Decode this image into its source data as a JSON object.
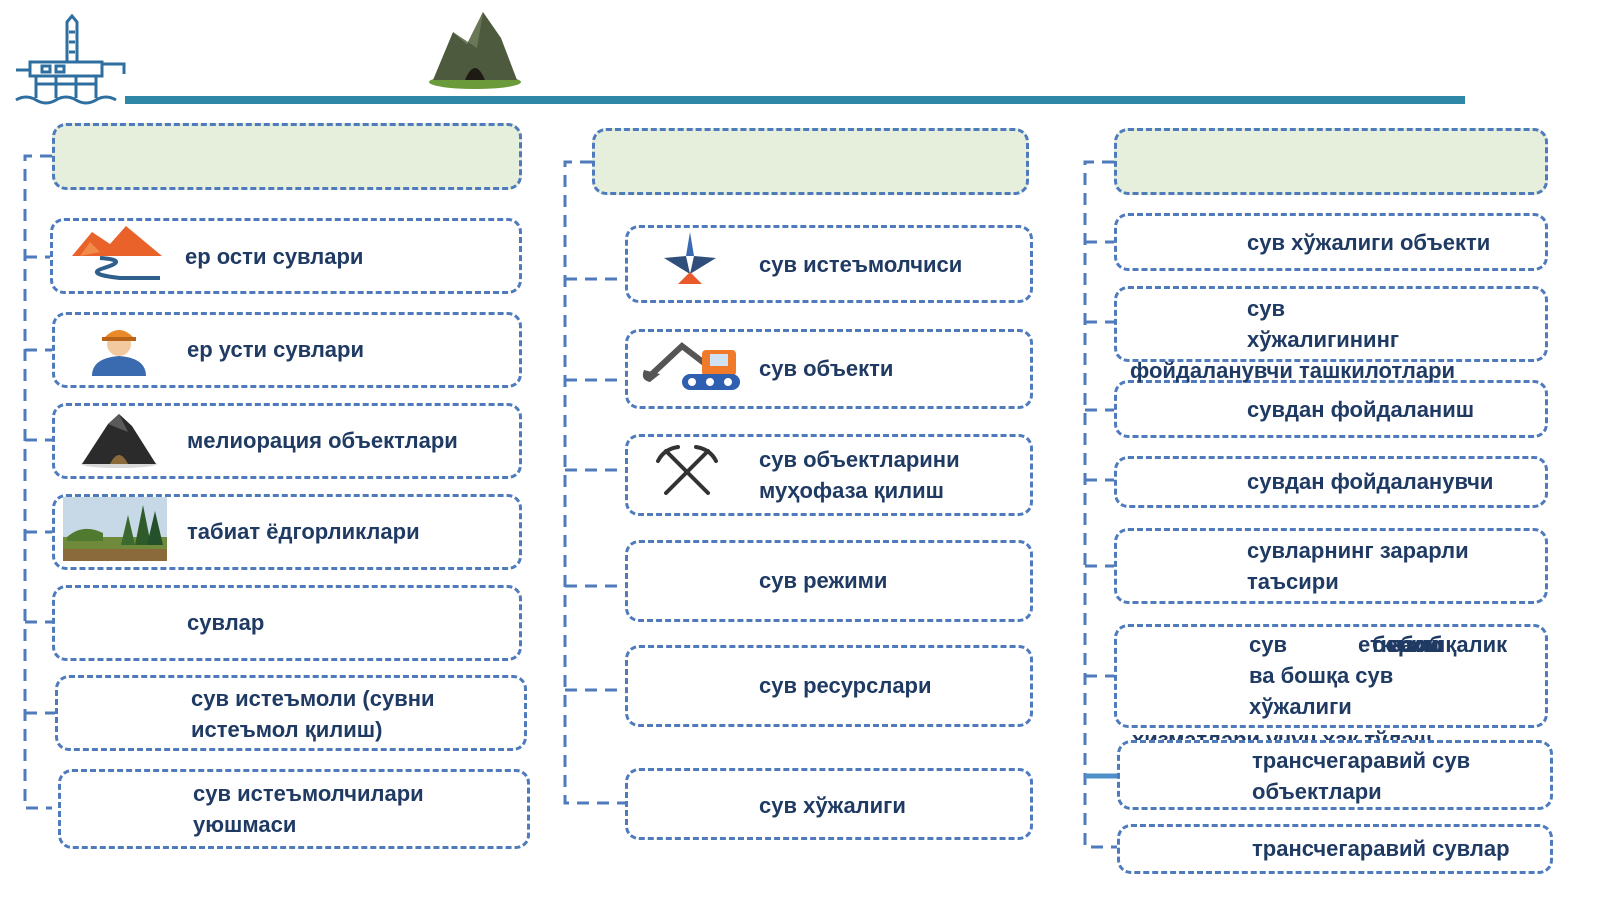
{
  "columns": {
    "left": [
      {
        "label": "ер ости сувлари",
        "icon": "mountain-river-icon"
      },
      {
        "label": "ер усти сувлари",
        "icon": "miner-icon"
      },
      {
        "label": "мелиорация объектлари",
        "icon": "mine-entrance-icon"
      },
      {
        "label": "табиат ёдгорликлари",
        "icon": "forest-photo-icon"
      },
      {
        "label": "сувлар",
        "icon": ""
      },
      {
        "label": "сув истеъмоли (сувни\n истеъмол қилиш)",
        "icon": ""
      },
      {
        "label": "сув истеъмолчилари\nуюшмаси",
        "icon": ""
      }
    ],
    "middle": [
      {
        "label": "сув истеъмолчиси",
        "icon": "drill-rig-icon"
      },
      {
        "label": "сув объекти",
        "icon": "excavator-icon"
      },
      {
        "label": "сув объектларини\n муҳофаза қилиш",
        "icon": "pickaxes-icon"
      },
      {
        "label": "сув режими",
        "icon": ""
      },
      {
        "label": "сув ресурслари",
        "icon": ""
      },
      {
        "label": "сув хўжалиги",
        "icon": ""
      }
    ],
    "right": [
      {
        "label": "сув хўжалиги объекти"
      },
      {
        "label": "сув\nхўжалигининг"
      },
      {
        "label": "сувдан фойдаланиш"
      },
      {
        "label": "сувдан фойдаланувчи"
      },
      {
        "label": "сувларнинг зарарли\n таъсири"
      },
      {
        "label": "сув\nва  бошқа  сув\nхўжалиги"
      },
      {
        "label": "трансчегаравий сув\n объектлари"
      },
      {
        "label": "трансчегаравий сувлар"
      }
    ]
  },
  "overflow_text": {
    "right_2_tail": "фойдаланувчи ташкилотлари",
    "right_6_word_a": "етказиб",
    "right_6_word_b": "бериш",
    "right_6_word_c": "ва",
    "right_6_word_d": "бошқалик",
    "right_6_tail": "хизматлари учун ҳақ тўлаш"
  },
  "header_icons": [
    "oil-platform-icon",
    "mountain-cave-icon"
  ],
  "colors": {
    "accent": "#2e87a6",
    "border": "#4f7bbd",
    "header_fill": "#e6efdc",
    "text": "#1f3a63"
  }
}
